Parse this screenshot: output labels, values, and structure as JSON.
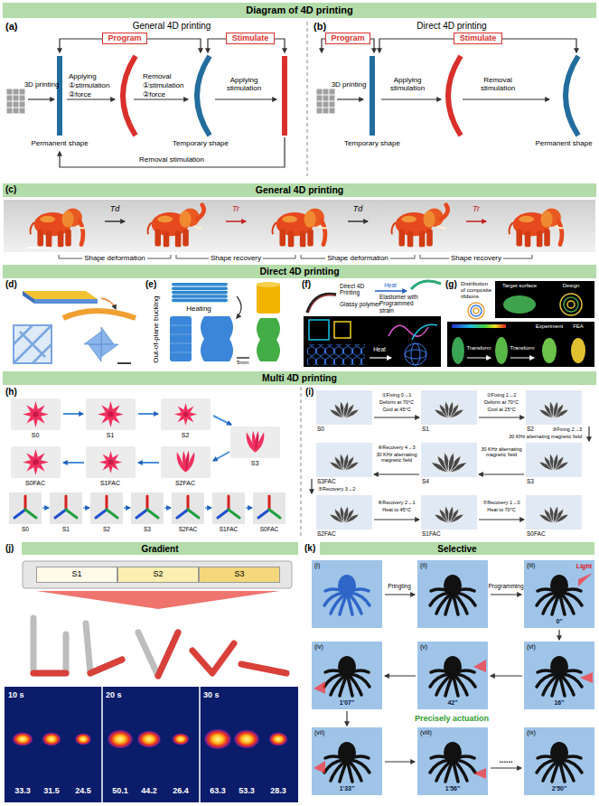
{
  "diagram": {
    "nodes": [
      {
        "text": [
          "Diagram of 4D printing"
        ]
      },
      {
        "text": [
          "Program"
        ]
      },
      {
        "text": [
          "Stimulate"
        ]
      },
      {
        "text": [
          "Program"
        ]
      },
      {
        "text": [
          "Stimulate"
        ]
      },
      {
        "text": [
          "General 4D printing"
        ]
      },
      {
        "text": [
          "Direct 4D printing"
        ]
      },
      {
        "text": [
          "Multi 4D printing"
        ]
      },
      {
        "text": [
          "Gradient"
        ]
      },
      {
        "text": [
          "S1"
        ]
      },
      {
        "text": [
          "S2"
        ]
      },
      {
        "text": [
          "S3"
        ]
      },
      {
        "text": [
          "Selective"
        ]
      }
    ],
    "labels": [
      "(a)",
      "General 4D printing",
      "3D printing",
      "Applying",
      "①stimulation",
      "②force",
      "Removal",
      "①stimulation",
      "②force",
      "Applying stimulation",
      "Permanent shape",
      "Temporary shape",
      "Removal stimulation",
      "(b)",
      "Direct 4D printing",
      "3D printing",
      "Applying stimulation",
      "Removal stimulation",
      "Temporary shape",
      "Permanent shape",
      "(c)",
      "Td",
      "Tr",
      "Td",
      "Tr",
      "Shape deformation",
      "Shape recovery",
      "Shape deformation",
      "Shape recovery",
      "(d)",
      "(e)",
      "Out-of-plane bucking",
      "Heating",
      "5mm",
      "(f)",
      "Direct 4D Printing",
      "Heat",
      "Glassy polymer",
      "Elastomer with Programmed strain",
      "Heat",
      "(g)",
      "Distribution of composite ribbons",
      "Target surface",
      "Design",
      "Experiment",
      "FEA",
      "Transform",
      "Transform",
      "(h)",
      "S0",
      "S1",
      "S2",
      "S3",
      "S0FAC",
      "S1FAC",
      "S2FAC",
      "S0",
      "S1",
      "S2",
      "S3",
      "S2FAC",
      "S1FAC",
      "S0FAC",
      "(i)",
      "S0",
      "S1",
      "S2",
      "①Fixing 0→1",
      "Deform at 70°C",
      "Cool at 45°C",
      "②Fixing 1→2",
      "Deform at 70°C",
      "Cool at 25°C",
      "③Fixing 2→3",
      "30 KHz alternating magnetic field",
      "④Recovery 4→3",
      "30 KHz alternating magnetic field",
      "30 KHz alternating magnetic field",
      "S3FAC",
      "S4",
      "S3",
      "⑤Recovery 3→2",
      "⑥Recovery 2→1",
      "Heat to 45°C",
      "⑦Recovery 1→0",
      "Heat to 70°C",
      "S2FAC",
      "S1FAC",
      "S0FAC",
      "(j)",
      "10 s",
      "33.3",
      "31.5",
      "24.5",
      "20 s",
      "50.1",
      "44.2",
      "26.4",
      "30 s",
      "63.3",
      "53.3",
      "28.3",
      "(k)",
      "(i)",
      "Pringting",
      "(ii)",
      "Programming",
      "(iii)",
      "0\"",
      "Light",
      "(iv)",
      "1'07\"",
      "(v)",
      "42\"",
      "(vi)",
      "16\"",
      "Precisely actuation",
      "(vii)",
      "1'33\"",
      "(viii)",
      "1'56\"",
      "......",
      "(ix)",
      "2'50\""
    ]
  }
}
